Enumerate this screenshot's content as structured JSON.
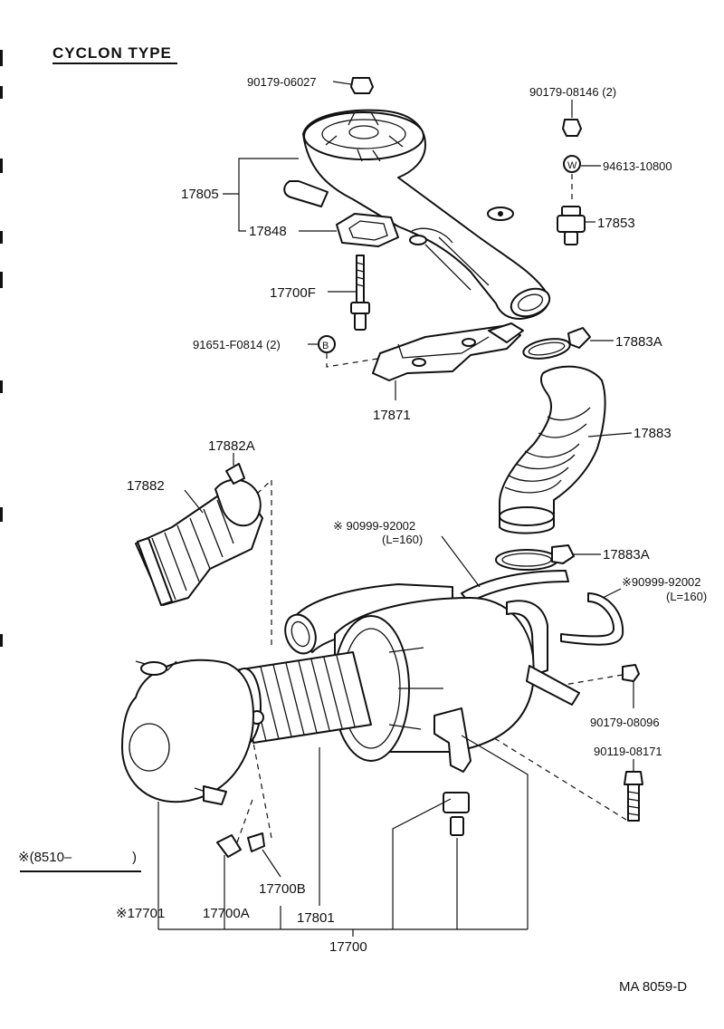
{
  "title": "CYCLON TYPE",
  "drawing_number": "MA  8059-D",
  "footnote": {
    "label": "※(8510–",
    "close": ")"
  },
  "parts": {
    "p_90179_06027": "90179-06027",
    "p_90179_08146": "90179-08146 (2)",
    "p_94613_10800": "94613-10800",
    "p_17805": "17805",
    "p_17848": "17848",
    "p_17853": "17853",
    "p_17700F": "17700F",
    "p_91651_F0814": "91651-F0814 (2)",
    "p_17883A_top": "17883A",
    "p_17871": "17871",
    "p_17883": "17883",
    "p_17882A": "17882A",
    "p_17882": "17882",
    "p_90999_92002_a": "※ 90999-92002",
    "p_90999_92002_a_len": "(L=160)",
    "p_17883A_mid": "17883A",
    "p_90999_92002_b": "※90999-92002",
    "p_90999_92002_b_len": "(L=160)",
    "p_90179_08096": "90179-08096",
    "p_90119_08171": "90119-08171",
    "p_17700B": "17700B",
    "p_17701": "※17701",
    "p_17700A": "17700A",
    "p_17801": "17801",
    "p_17700": "17700"
  },
  "symbols": {
    "washer_letter": "W",
    "bolt_letter": "B"
  }
}
